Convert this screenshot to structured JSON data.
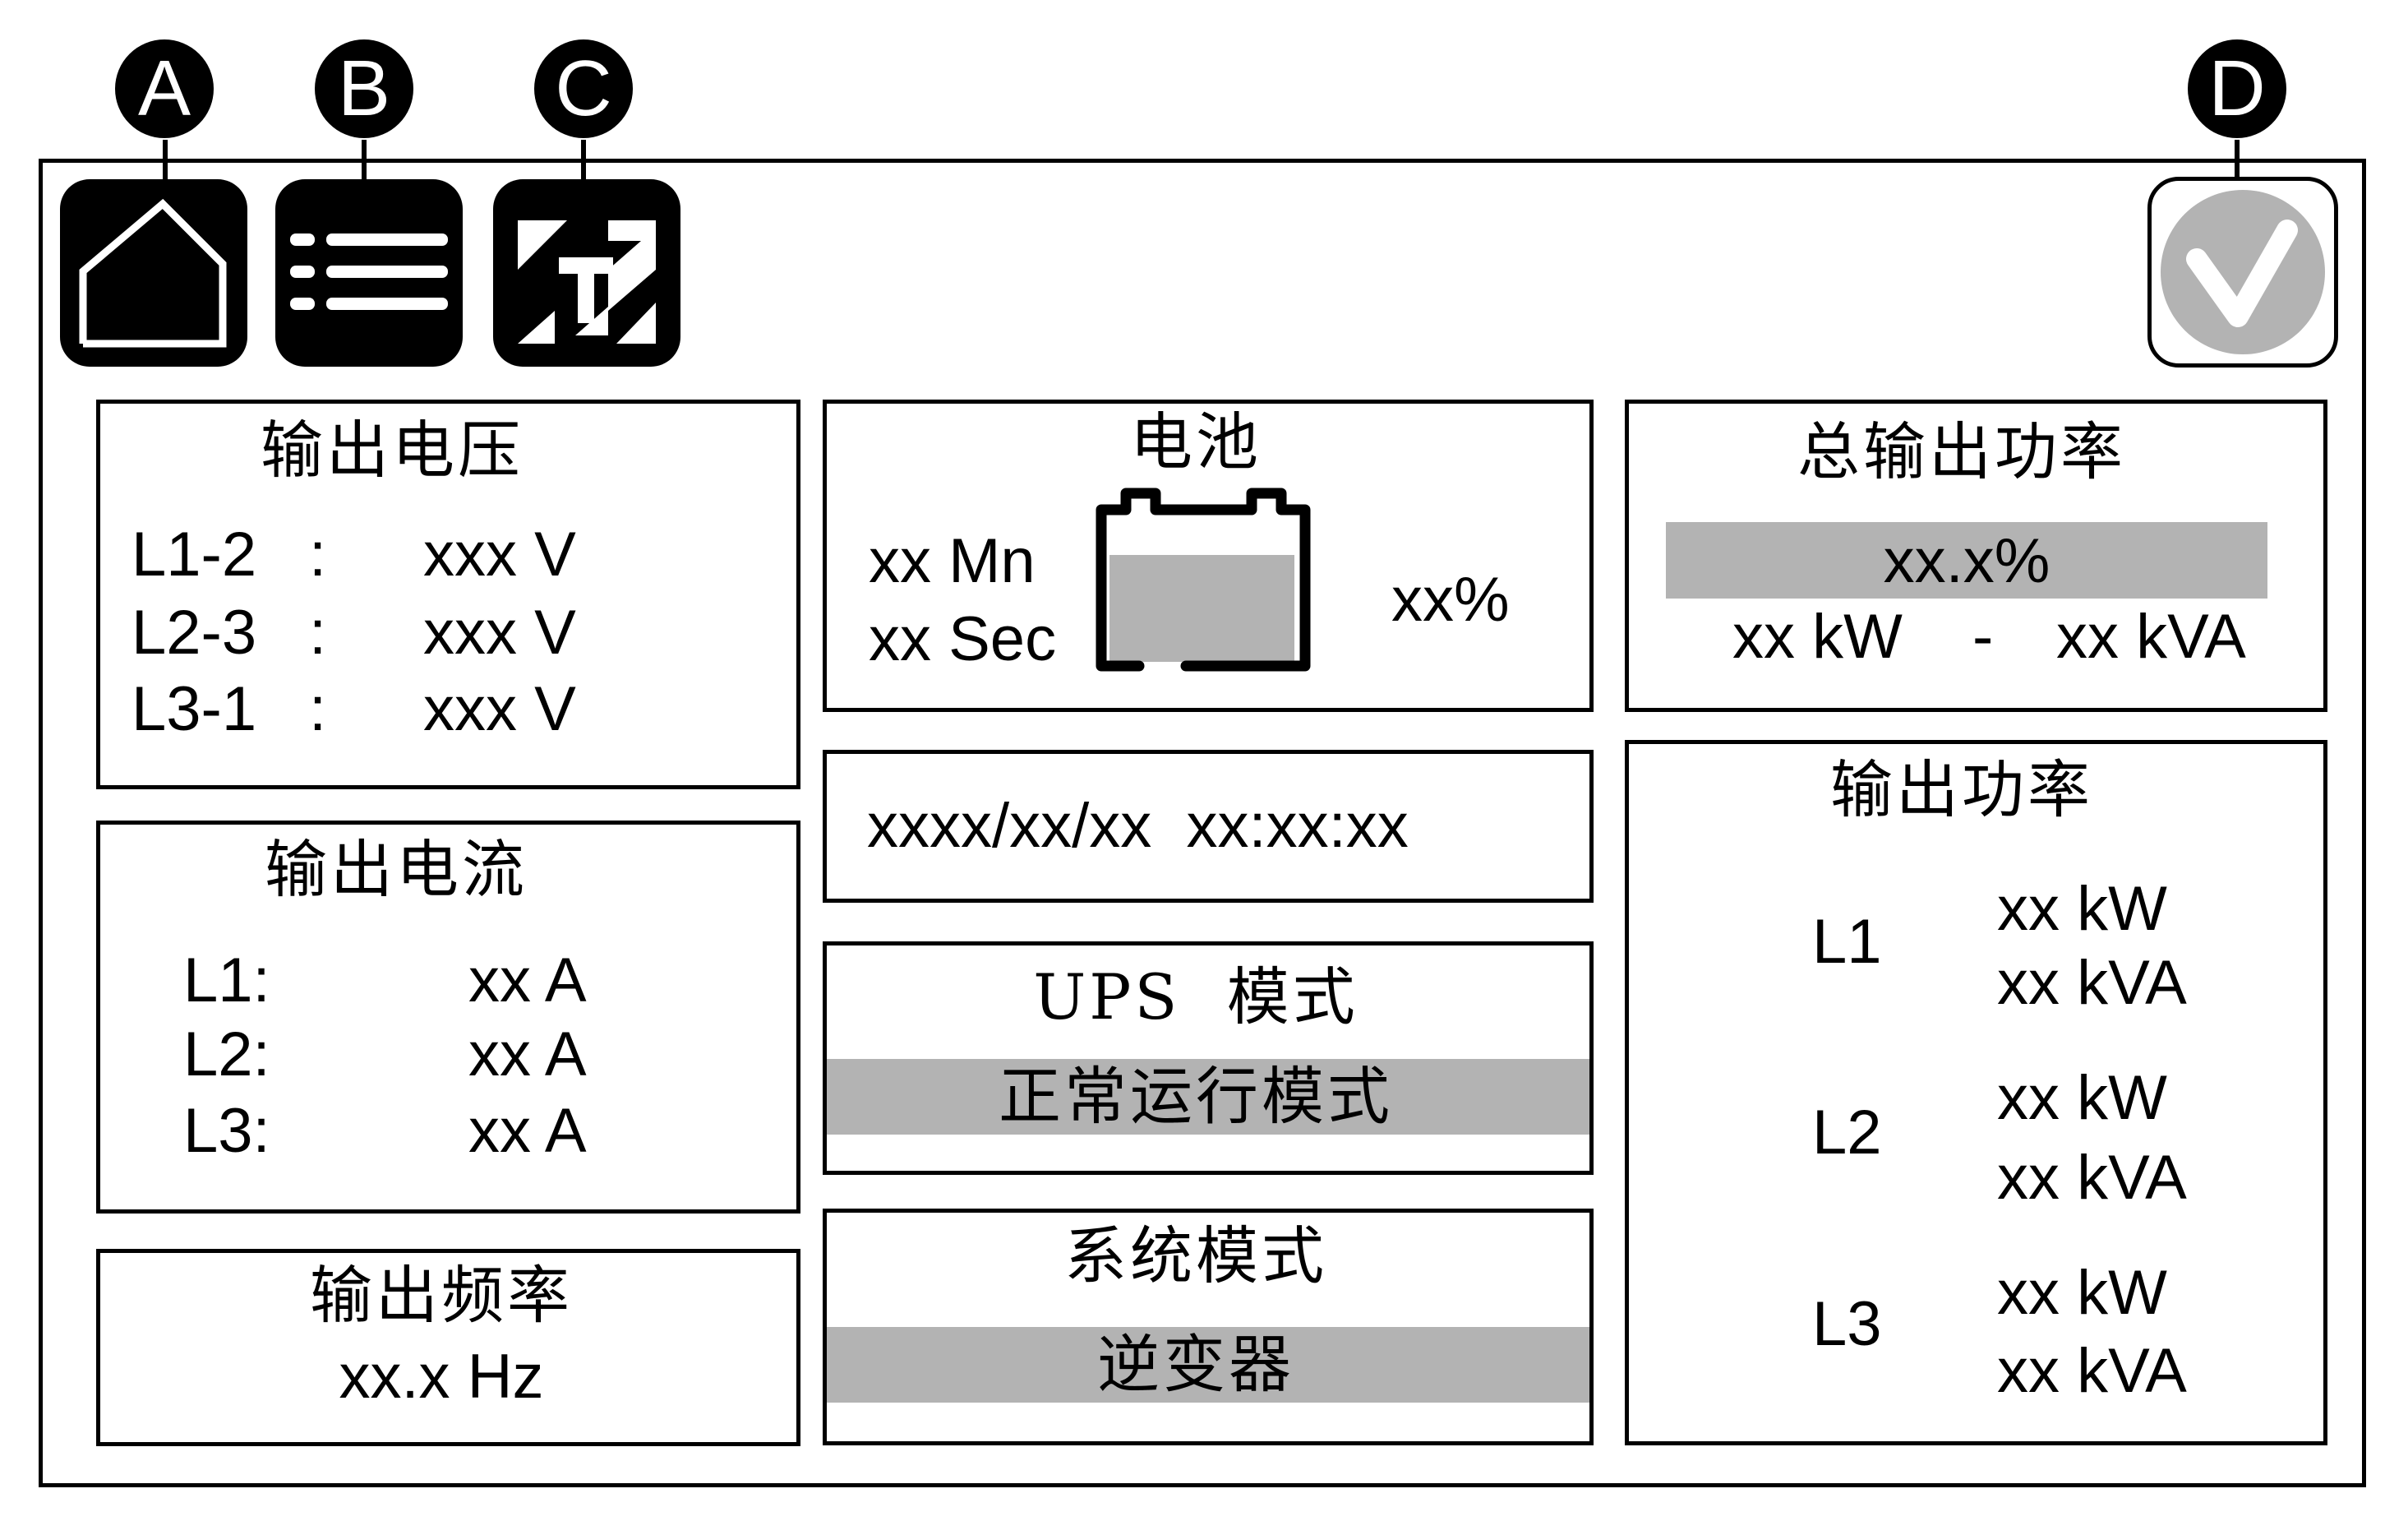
{
  "toolbar": {
    "callouts": [
      "A",
      "B",
      "C",
      "D"
    ],
    "home_icon": "home-icon",
    "menu_icon": "menu-list-icon",
    "tools_icon": "tools-icon",
    "status_icon": "check-icon",
    "status_color": "#b3b3b3"
  },
  "output_voltage": {
    "title": "输出电压",
    "rows": [
      {
        "label": "L1-2",
        "sep": ":",
        "value": "xxx V"
      },
      {
        "label": "L2-3",
        "sep": ":",
        "value": "xxx V"
      },
      {
        "label": "L3-1",
        "sep": ":",
        "value": "xxx V"
      }
    ]
  },
  "output_current": {
    "title": "输出电流",
    "rows": [
      {
        "label": "L1:",
        "value": "xx A"
      },
      {
        "label": "L2:",
        "value": "xx A"
      },
      {
        "label": "L3:",
        "value": "xx A"
      }
    ]
  },
  "output_frequency": {
    "title": "输出频率",
    "value": "xx.x Hz"
  },
  "battery": {
    "title": "电池",
    "runtime_min": "xx Mn",
    "runtime_sec": "xx Sec",
    "charge": "xx%",
    "icon": "battery-icon"
  },
  "datetime": {
    "value": "xxxx/xx/xx  xx:xx:xx"
  },
  "ups_mode": {
    "title": "UPS  模式",
    "value": "正常运行模式"
  },
  "system_mode": {
    "title": "系统模式",
    "value": "逆变器"
  },
  "total_output_power": {
    "title": "总输出功率",
    "percent": "xx.x%",
    "kw": "xx kW",
    "dash": "-",
    "kva": "xx kVA"
  },
  "output_power": {
    "title": "输出功率",
    "rows": [
      {
        "label": "L1",
        "kw": "xx kW",
        "kva": "xx kVA"
      },
      {
        "label": "L2",
        "kw": "xx kW",
        "kva": "xx kVA"
      },
      {
        "label": "L3",
        "kw": "xx kW",
        "kva": "xx kVA"
      }
    ]
  },
  "colors": {
    "highlight": "#b3b3b3",
    "line": "#000000"
  }
}
